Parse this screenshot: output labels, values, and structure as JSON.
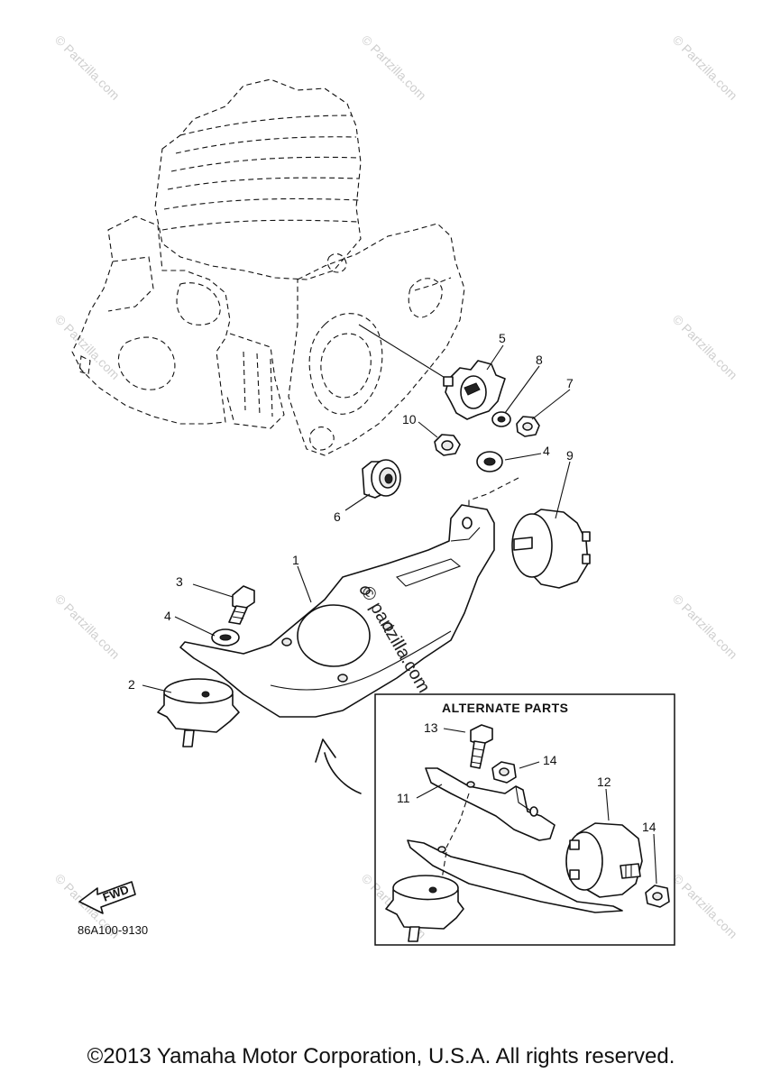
{
  "diagram": {
    "alternate_parts_title": "ALTERNATE PARTS",
    "fwd_label": "FWD",
    "drawing_code": "86A100-9130",
    "center_watermark": "© partzilla.com",
    "watermark_text": "© Partzilla.com",
    "callouts": {
      "c1": "1",
      "c2": "2",
      "c3": "3",
      "c4a": "4",
      "c4b": "4",
      "c5": "5",
      "c6": "6",
      "c7": "7",
      "c8": "8",
      "c9": "9",
      "c10": "10",
      "c11": "11",
      "c12": "12",
      "c13": "13",
      "c14a": "14",
      "c14b": "14"
    }
  },
  "footer": {
    "copyright": "©2013 Yamaha Motor Corporation, U.S.A. All rights reserved."
  }
}
